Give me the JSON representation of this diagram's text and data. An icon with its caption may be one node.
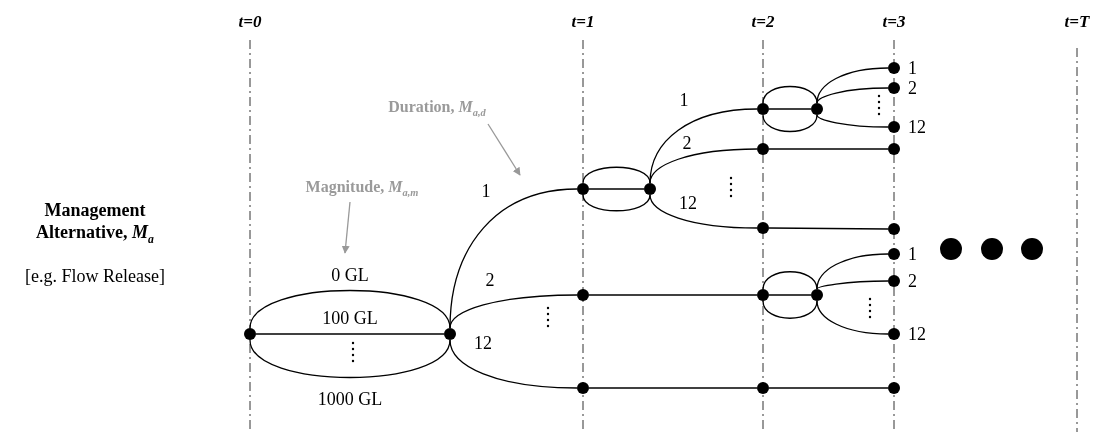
{
  "diagram": {
    "nodes": [
      {
        "text": [],
        "shape": "circle"
      },
      {
        "text": [],
        "shape": "circle"
      },
      {
        "text": [],
        "shape": "circle"
      },
      {
        "text": [],
        "shape": "circle"
      },
      {
        "text": [],
        "shape": "circle"
      },
      {
        "text": [],
        "shape": "circle"
      },
      {
        "text": [],
        "shape": "circle",
        "beside": [
          "1"
        ]
      },
      {
        "text": [],
        "shape": "circle",
        "beside": [
          "2"
        ]
      },
      {
        "text": [],
        "shape": "circle",
        "beside": [
          "12"
        ]
      },
      {
        "text": [],
        "shape": "circle"
      },
      {
        "text": [],
        "shape": "circle"
      },
      {
        "text": [],
        "shape": "circle"
      },
      {
        "text": [],
        "shape": "circle"
      },
      {
        "text": [],
        "shape": "circle"
      },
      {
        "text": [],
        "shape": "circle"
      },
      {
        "text": [],
        "shape": "circle"
      },
      {
        "text": [],
        "shape": "circle",
        "beside": [
          "1"
        ]
      },
      {
        "text": [],
        "shape": "circle",
        "beside": [
          "2"
        ]
      },
      {
        "text": [],
        "shape": "circle",
        "beside": [
          "12"
        ]
      },
      {
        "text": [],
        "shape": "circle"
      },
      {
        "text": [],
        "shape": "circle"
      },
      {
        "text": [],
        "shape": "circle"
      },
      {
        "text": [
          "Magnitude, *M*$_{a,m}$"
        ]
      },
      {
        "text": [
          "Duration, *M*$_{a,d}$"
        ]
      }
    ],
    "edges": [
      {
        "from": 0,
        "to": 1,
        "arrow": "none",
        "label": "0 GL"
      },
      {
        "from": 0,
        "to": 1,
        "arrow": "none",
        "label": "100 GL"
      },
      {
        "from": 0,
        "to": 1,
        "arrow": "none",
        "label": "1000 GL"
      },
      {
        "from": 1,
        "to": 2,
        "arrow": "none",
        "label": "1"
      },
      {
        "from": 1,
        "to": 13,
        "arrow": "none",
        "label": "2"
      },
      {
        "from": 1,
        "to": 19,
        "arrow": "none",
        "label": "12"
      },
      {
        "from": 2,
        "to": 3,
        "arrow": "none"
      },
      {
        "from": 2,
        "to": 3,
        "arrow": "none"
      },
      {
        "from": 2,
        "to": 3,
        "arrow": "none"
      },
      {
        "from": 3,
        "to": 4,
        "arrow": "none",
        "label": "1"
      },
      {
        "from": 3,
        "to": 9,
        "arrow": "none",
        "label": "2"
      },
      {
        "from": 3,
        "to": 11,
        "arrow": "none",
        "label": "12"
      },
      {
        "from": 4,
        "to": 5,
        "arrow": "none"
      },
      {
        "from": 4,
        "to": 5,
        "arrow": "none"
      },
      {
        "from": 4,
        "to": 5,
        "arrow": "none"
      },
      {
        "from": 5,
        "to": 6,
        "arrow": "none"
      },
      {
        "from": 5,
        "to": 7,
        "arrow": "none"
      },
      {
        "from": 5,
        "to": 8,
        "arrow": "none"
      },
      {
        "from": 9,
        "to": 10,
        "arrow": "none"
      },
      {
        "from": 11,
        "to": 12,
        "arrow": "none"
      },
      {
        "from": 13,
        "to": 14,
        "arrow": "none"
      },
      {
        "from": 14,
        "to": 15,
        "arrow": "none"
      },
      {
        "from": 14,
        "to": 15,
        "arrow": "none"
      },
      {
        "from": 14,
        "to": 15,
        "arrow": "none"
      },
      {
        "from": 15,
        "to": 16,
        "arrow": "none"
      },
      {
        "from": 15,
        "to": 17,
        "arrow": "none"
      },
      {
        "from": 15,
        "to": 18,
        "arrow": "none"
      },
      {
        "from": 19,
        "to": 20,
        "arrow": "none"
      },
      {
        "from": 20,
        "to": 21,
        "arrow": "none"
      },
      {
        "from": 22,
        "to": null,
        "arrow": "to",
        "color": "#999999"
      },
      {
        "from": 23,
        "to": null,
        "arrow": "to",
        "color": "#999999"
      }
    ],
    "labels": [
      "t=0",
      "t=1",
      "t=2",
      "t=3",
      "t=T",
      "Management Alternative, *M*$_{a}$",
      "[e.g. Flow Release]"
    ]
  }
}
